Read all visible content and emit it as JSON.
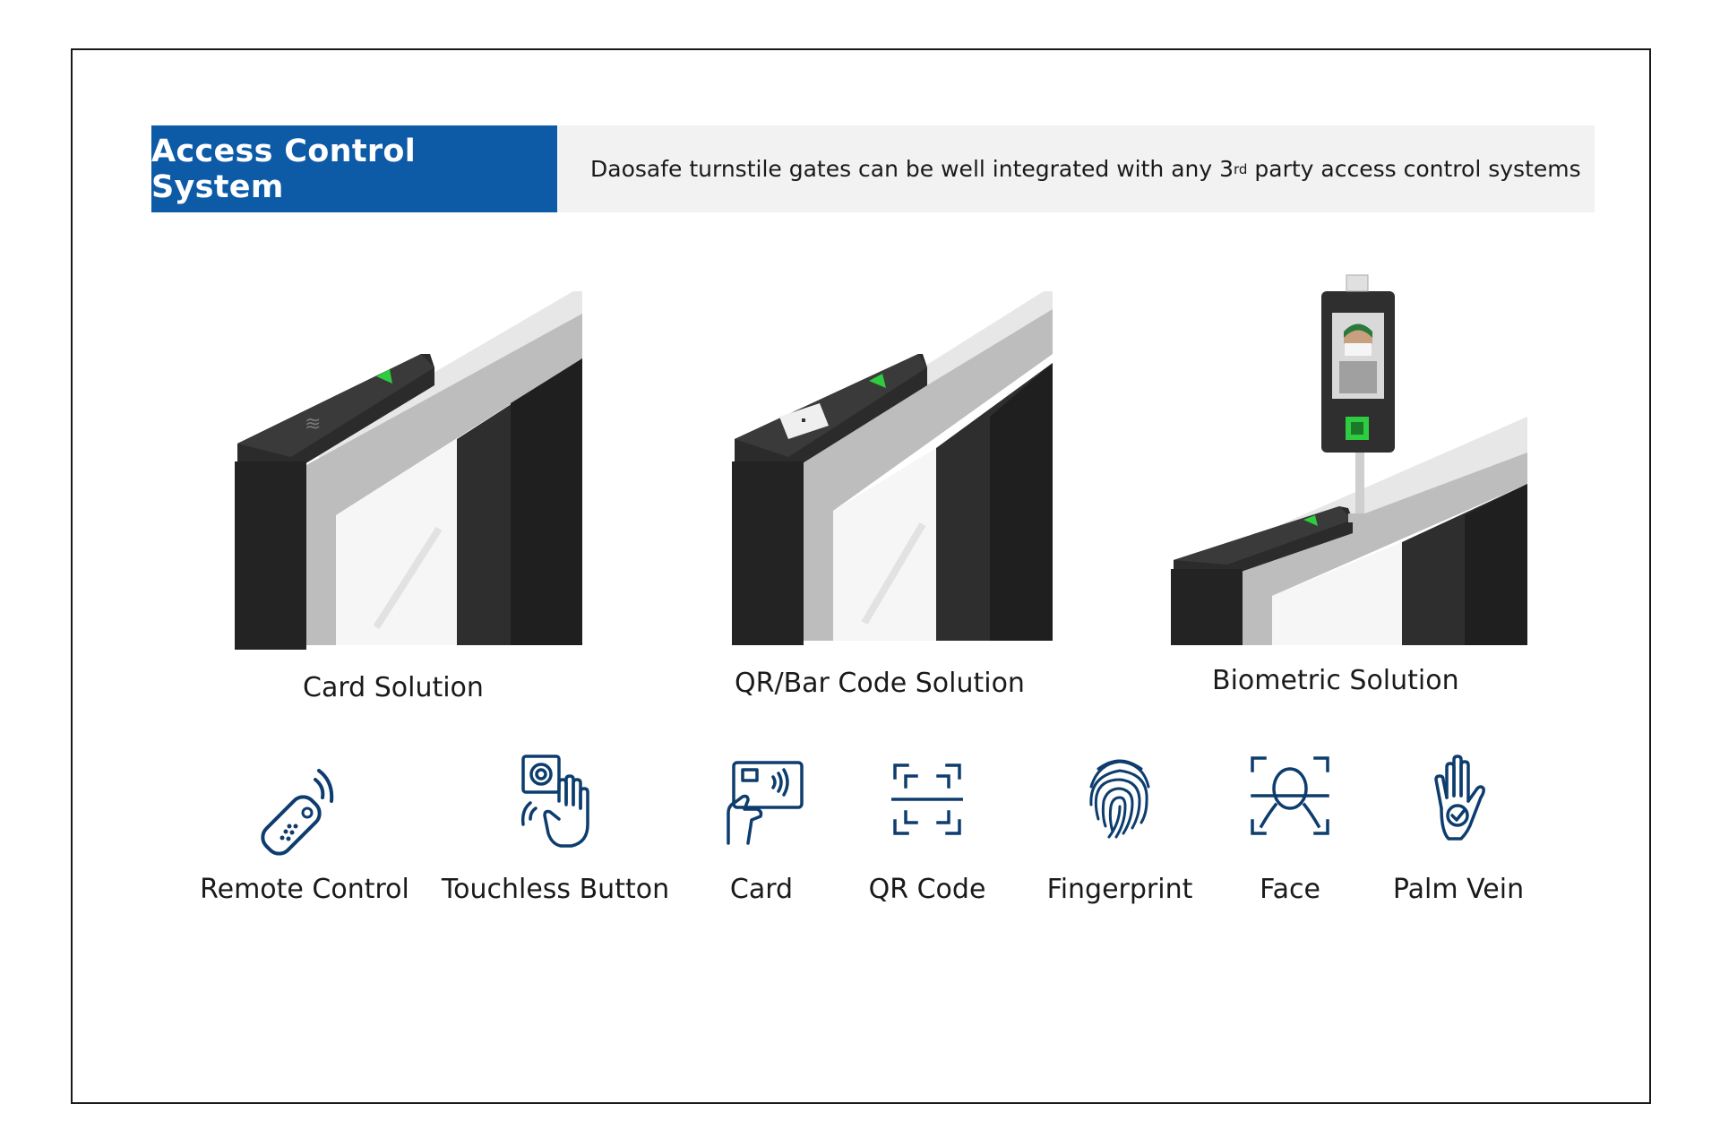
{
  "header": {
    "title": "Access Control System",
    "description_before": "Daosafe turnstile gates can be well integrated with any 3",
    "description_sup": "rd",
    "description_after": " party access control systems",
    "accent_color": "#0d5aa7"
  },
  "solutions": [
    {
      "caption": "Card Solution",
      "icon": "card-reader-gate"
    },
    {
      "caption": "QR/Bar Code Solution",
      "icon": "qr-reader-gate"
    },
    {
      "caption": "Biometric Solution",
      "icon": "face-terminal-gate"
    }
  ],
  "features": [
    {
      "label": "Remote Control",
      "icon": "remote-control-icon"
    },
    {
      "label": "Touchless Button",
      "icon": "touchless-button-icon"
    },
    {
      "label": "Card",
      "icon": "card-icon"
    },
    {
      "label": "QR Code",
      "icon": "qr-code-icon"
    },
    {
      "label": "Fingerprint",
      "icon": "fingerprint-icon"
    },
    {
      "label": "Face",
      "icon": "face-icon"
    },
    {
      "label": "Palm Vein",
      "icon": "palm-vein-icon"
    }
  ],
  "icon_color": "#0d3d6e"
}
